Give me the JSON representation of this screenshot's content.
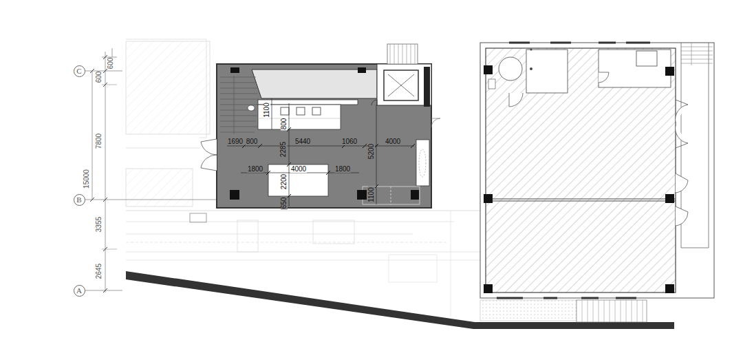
{
  "diagram": {
    "nodes": [
      {
        "text": [
          "C"
        ]
      },
      {
        "text": [
          "B"
        ]
      },
      {
        "text": [
          "A"
        ]
      }
    ],
    "labels": [
      "600",
      "600",
      "7800",
      "15000",
      "3355",
      "2645",
      "1100",
      "800",
      "1690",
      "800",
      "2285",
      "5440",
      "1060",
      "5200",
      "4000",
      "1800",
      "4000",
      "1800",
      "2200",
      "1100",
      "650"
    ]
  }
}
